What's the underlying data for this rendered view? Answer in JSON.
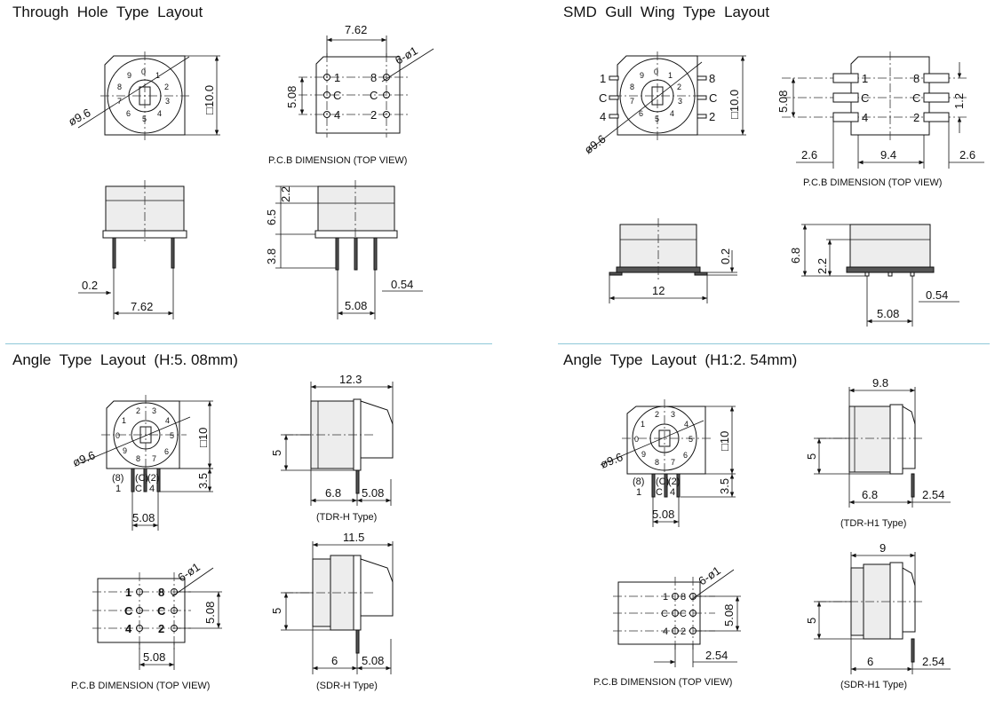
{
  "sections": {
    "through_hole": {
      "title": "Through  Hole  Type  Layout"
    },
    "smd": {
      "title": "SMD  Gull  Wing  Type  Layout"
    },
    "angle_h508": {
      "title": "Angle  Type  Layout  (H:5. 08mm)"
    },
    "angle_h1254": {
      "title": "Angle  Type  Layout  (H1:2. 54mm)"
    }
  },
  "captions": {
    "pcb_top_view": "P.C.B DIMENSION (TOP VIEW)",
    "tdr_h": "(TDR-H Type)",
    "sdr_h": "(SDR-H Type)",
    "tdr_h1": "(TDR-H1 Type)",
    "sdr_h1": "(SDR-H1 Type)"
  },
  "dims": {
    "d762": "7.62",
    "d100": "□10.0",
    "d10": "□10",
    "dia96": "ø9.6",
    "hole": "6-ø1",
    "d508": "5.08",
    "d02": "0.2",
    "d054": "0.54",
    "d22": "2.2",
    "d65": "6.5",
    "d38": "3.8",
    "d26": "2.6",
    "d94": "9.4",
    "d12": "1.2",
    "d12w": "12",
    "d68": "6.8",
    "d123": "12.3",
    "d115": "11.5",
    "d6": "6",
    "d5": "5",
    "d35": "3.5",
    "d98": "9.8",
    "d9": "9",
    "d254": "2.54"
  },
  "pins": {
    "p1": "1",
    "p8": "8",
    "pc": "C",
    "p4": "4",
    "p2": "2",
    "p8b": "(8)",
    "pcb": "(C)",
    "p2b": "(2)"
  },
  "dial": [
    "0",
    "1",
    "2",
    "3",
    "4",
    "5",
    "6",
    "7",
    "8",
    "9"
  ]
}
